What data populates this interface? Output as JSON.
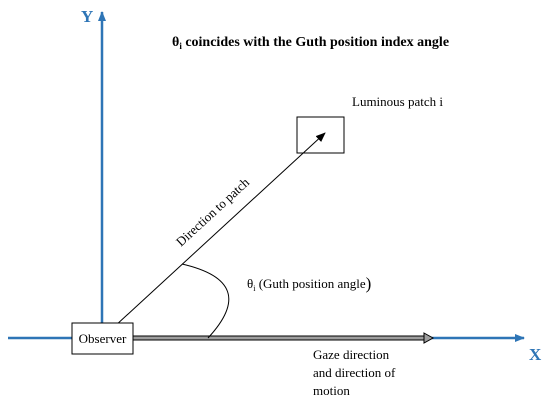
{
  "title": {
    "symbol": "θ",
    "subscript": "i",
    "text": " coincides with the Guth position index angle"
  },
  "axes": {
    "x_label": "X",
    "y_label": "Y",
    "color": "#2e75b6"
  },
  "observer_label": "Observer",
  "patch_label": "Luminous patch i",
  "direction_label": "Direction to patch",
  "angle_label": {
    "symbol": "θ",
    "subscript": "i",
    "text": " (Guth position angle",
    "close": ")"
  },
  "gaze_label": {
    "line1": "Gaze direction",
    "line2": "and direction of",
    "line3": "motion"
  }
}
